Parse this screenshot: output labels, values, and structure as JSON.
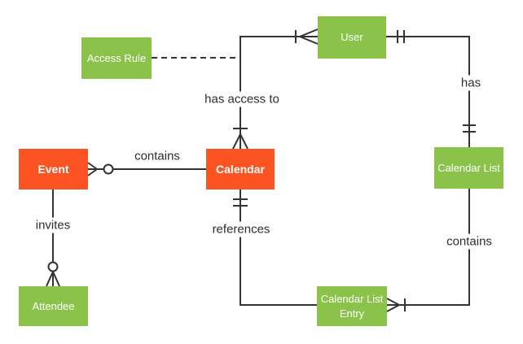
{
  "diagram": {
    "type": "entity-relationship-diagram",
    "notation": "crows-foot",
    "colors": {
      "entity_green": "#8BC34A",
      "entity_orange": "#FB5422",
      "entity_text": "#FFFFFF",
      "line": "#333333",
      "label_text": "#2D2D2D",
      "background": "#FFFFFF"
    },
    "entities": [
      {
        "label": "User",
        "color": "#8BC34A"
      },
      {
        "label": "Access Rule",
        "color": "#8BC34A"
      },
      {
        "label": "Event",
        "color": "#FB5422"
      },
      {
        "label": "Calendar",
        "color": "#FB5422"
      },
      {
        "label": "Calendar List",
        "color": "#8BC34A"
      },
      {
        "label": "Attendee",
        "color": "#8BC34A"
      },
      {
        "label": "Calendar List Entry",
        "color": "#8BC34A"
      }
    ],
    "relationships": [
      {
        "label": "has access to",
        "between": [
          "Calendar",
          "User"
        ],
        "calendar_end": "one-or-many",
        "user_end": "one-or-many",
        "line_style": "solid"
      },
      {
        "label": "has",
        "between": [
          "User",
          "Calendar List"
        ],
        "user_end": "exactly-one",
        "calendar_list_end": "exactly-one",
        "line_style": "solid"
      },
      {
        "label": "contains",
        "between": [
          "Calendar",
          "Event"
        ],
        "event_end": "zero-or-many",
        "calendar_end": "plain",
        "line_style": "solid"
      },
      {
        "label": "invites",
        "between": [
          "Event",
          "Attendee"
        ],
        "attendee_end": "zero-or-many",
        "event_end": "plain",
        "line_style": "solid"
      },
      {
        "label": "references",
        "between": [
          "Calendar",
          "Calendar List Entry"
        ],
        "calendar_end": "exactly-one",
        "entry_end": "plain",
        "line_style": "solid"
      },
      {
        "label": "contains",
        "between": [
          "Calendar List",
          "Calendar List Entry"
        ],
        "entry_end": "one-or-many",
        "calendar_list_end": "plain",
        "line_style": "solid"
      }
    ],
    "dashed_connector": {
      "from": "Access Rule",
      "to": "has access to connector",
      "line_style": "dashed",
      "label": ""
    }
  }
}
